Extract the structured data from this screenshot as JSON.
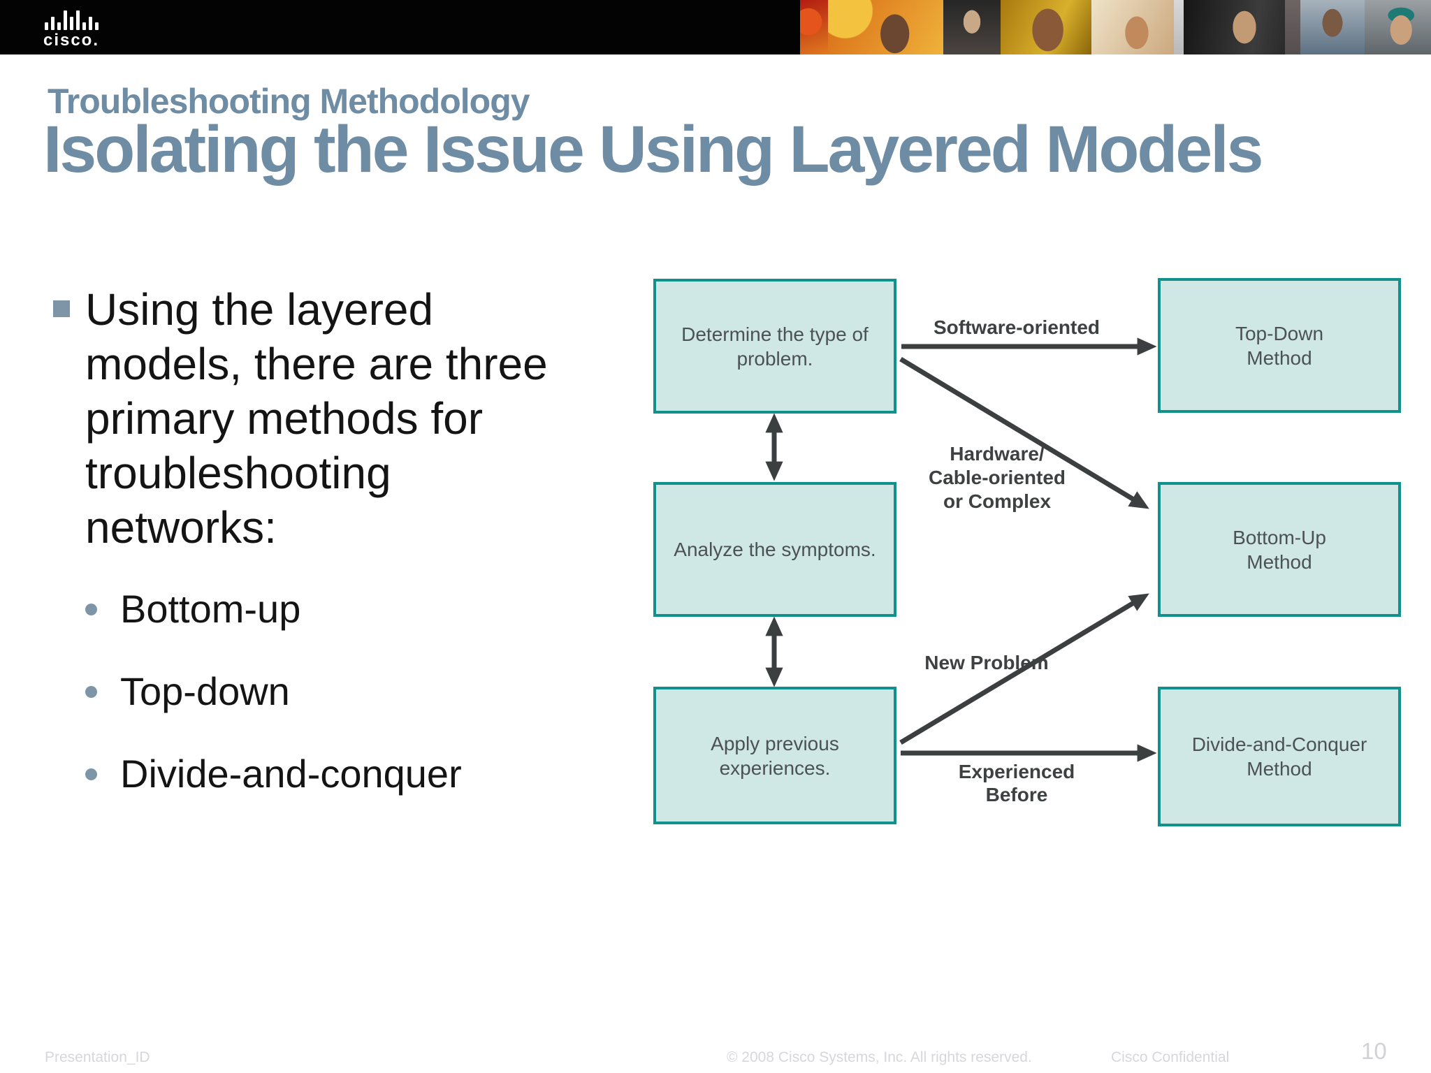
{
  "header": {
    "logo_text": "cisco."
  },
  "title": {
    "kicker": "Troubleshooting Methodology",
    "main": "Isolating the Issue Using Layered Models"
  },
  "bullets": {
    "main": "Using the layered\nmodels, there are three\nprimary methods for\ntroubleshooting\nnetworks:",
    "items": [
      {
        "label": "Bottom-up"
      },
      {
        "label": "Top-down"
      },
      {
        "label": "Divide-and-conquer"
      }
    ]
  },
  "diagram": {
    "boxes": [
      {
        "id": "determine",
        "label": "Determine the type of\nproblem."
      },
      {
        "id": "analyze",
        "label": "Analyze the symptoms."
      },
      {
        "id": "apply",
        "label": "Apply previous\nexperiences."
      },
      {
        "id": "top_down",
        "label": "Top-Down\nMethod"
      },
      {
        "id": "bottom_up",
        "label": "Bottom-Up\nMethod"
      },
      {
        "id": "divide",
        "label": "Divide-and-Conquer\nMethod"
      }
    ],
    "arrow_labels": {
      "software": "Software-oriented",
      "hardware": "Hardware/\nCable-oriented\nor Complex",
      "new_problem": "New Problem",
      "experienced": "Experienced\nBefore"
    }
  },
  "footer": {
    "presentation_id": "Presentation_ID",
    "copyright": "© 2008 Cisco Systems, Inc. All rights reserved.",
    "confidential": "Cisco Confidential",
    "page_number": "10"
  },
  "colors": {
    "box_fill": "#cfe8e6",
    "box_border": "#12918c",
    "title_text": "#6e8ca4",
    "arrow": "#3b3f40",
    "bullet_marker": "#7e95a8"
  }
}
